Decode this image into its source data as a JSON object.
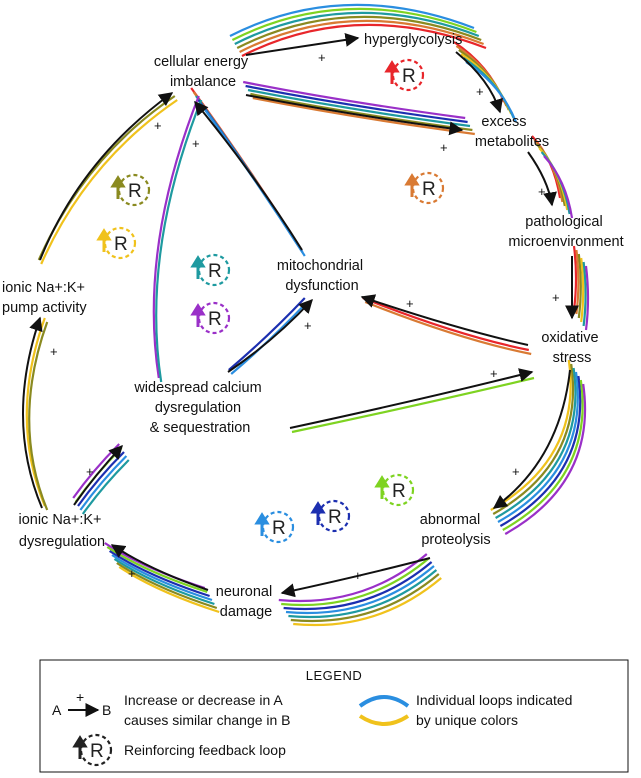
{
  "nodes": {
    "hyperglycolysis": "hyperglycolysis",
    "cellular_energy": [
      "cellular energy",
      "imbalance"
    ],
    "excess_metabolites": [
      "excess",
      "metabolites"
    ],
    "pathological": [
      "pathological",
      "microenvironment"
    ],
    "oxidative_stress": [
      "oxidative",
      "stress"
    ],
    "mitochondrial": [
      "mitochondrial",
      "dysfunction"
    ],
    "pump_activity": [
      "ionic Na+:K+",
      "pump activity"
    ],
    "calcium": [
      "widespread calcium",
      "dysregulation",
      "& sequestration"
    ],
    "abnormal_proteolysis": [
      "abnormal",
      "proteolysis"
    ],
    "ionic_dysregulation": [
      "ionic Na+:K+",
      "dysregulation"
    ],
    "neuronal_damage": [
      "neuronal",
      "damage"
    ]
  },
  "plus_sign": "+",
  "loop_letter": "R",
  "loop_colors": {
    "red": "#e8262b",
    "orange": "#d97a33",
    "olive": "#8a8a20",
    "yellow": "#f0c21c",
    "teal": "#1e9aa0",
    "purple": "#9a30c8",
    "blue": "#2a8ee0",
    "navy": "#1c2fb0",
    "green": "#7ed321"
  },
  "legend": {
    "title": "LEGEND",
    "arrow_a": "A",
    "arrow_b": "B",
    "arrow_plus": "+",
    "arrow_desc": [
      "Increase or decrease in A",
      "causes similar change in B"
    ],
    "loops_desc": [
      "Individual loops indicated",
      "by unique colors"
    ],
    "reinforcing_desc": "Reinforcing feedback loop"
  }
}
